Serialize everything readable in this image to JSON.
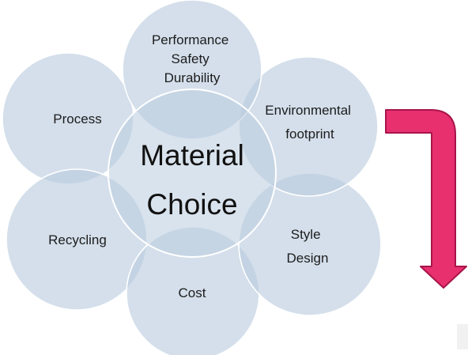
{
  "center": {
    "line1": "Material",
    "line2": "Choice"
  },
  "petals": {
    "performance": {
      "lines": [
        "Performance",
        "Safety",
        "Durability"
      ]
    },
    "environmental": {
      "lines": [
        "Environmental",
        "footprint"
      ]
    },
    "style": {
      "lines": [
        "Style",
        "Design"
      ]
    },
    "cost": {
      "lines": [
        "Cost"
      ]
    },
    "recycling": {
      "lines": [
        "Recycling"
      ]
    },
    "process": {
      "lines": [
        "Process"
      ]
    }
  },
  "colors": {
    "circle_fill": "#bacdde",
    "arrow_fill": "#e8306f",
    "arrow_stroke": "#a8154a"
  }
}
